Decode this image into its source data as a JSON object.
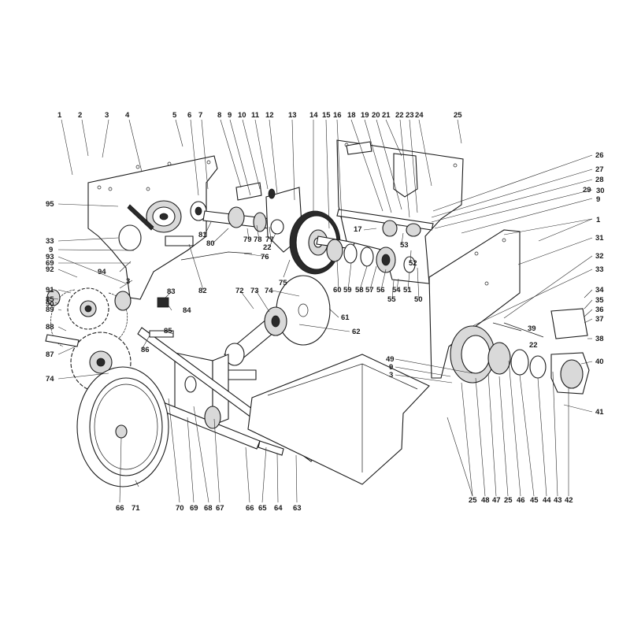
{
  "diagram": {
    "callouts": [
      {
        "id": "c1",
        "text": "1"
      },
      {
        "id": "c2",
        "text": "2"
      },
      {
        "id": "c3",
        "text": "3"
      },
      {
        "id": "c4",
        "text": "4"
      },
      {
        "id": "c5",
        "text": "5"
      },
      {
        "id": "c6",
        "text": "6"
      },
      {
        "id": "c7",
        "text": "7"
      },
      {
        "id": "c8",
        "text": "8"
      },
      {
        "id": "c9",
        "text": "9"
      },
      {
        "id": "c10",
        "text": "10"
      },
      {
        "id": "c11",
        "text": "11"
      },
      {
        "id": "c12",
        "text": "12"
      },
      {
        "id": "c13",
        "text": "13"
      },
      {
        "id": "c14",
        "text": "14"
      },
      {
        "id": "c15",
        "text": "15"
      },
      {
        "id": "c16",
        "text": "16"
      },
      {
        "id": "c18",
        "text": "18"
      },
      {
        "id": "c19",
        "text": "19"
      },
      {
        "id": "c20",
        "text": "20"
      },
      {
        "id": "c21",
        "text": "21"
      },
      {
        "id": "c22",
        "text": "22"
      },
      {
        "id": "c23",
        "text": "23"
      },
      {
        "id": "c24",
        "text": "24"
      },
      {
        "id": "c25",
        "text": "25"
      },
      {
        "id": "c26",
        "text": "26"
      },
      {
        "id": "c27",
        "text": "27"
      },
      {
        "id": "c28",
        "text": "28"
      },
      {
        "id": "c29",
        "text": "29"
      },
      {
        "id": "c30",
        "text": "30"
      },
      {
        "id": "c9b",
        "text": "9"
      },
      {
        "id": "c1b",
        "text": "1"
      },
      {
        "id": "c31",
        "text": "31"
      },
      {
        "id": "c32",
        "text": "32"
      },
      {
        "id": "c33b",
        "text": "33"
      },
      {
        "id": "c34",
        "text": "34"
      },
      {
        "id": "c35",
        "text": "35"
      },
      {
        "id": "c36",
        "text": "36"
      },
      {
        "id": "c37",
        "text": "37"
      },
      {
        "id": "c38",
        "text": "38"
      },
      {
        "id": "c39",
        "text": "39"
      },
      {
        "id": "c22b",
        "text": "22"
      },
      {
        "id": "c40",
        "text": "40"
      },
      {
        "id": "c41",
        "text": "41"
      },
      {
        "id": "c95",
        "text": "95"
      },
      {
        "id": "c33",
        "text": "33"
      },
      {
        "id": "c9c",
        "text": "9"
      },
      {
        "id": "c93",
        "text": "93"
      },
      {
        "id": "c69",
        "text": "69"
      },
      {
        "id": "c92",
        "text": "92"
      },
      {
        "id": "c3b",
        "text": "3"
      },
      {
        "id": "c94",
        "text": "94"
      },
      {
        "id": "c91",
        "text": "91"
      },
      {
        "id": "c85",
        "text": "85"
      },
      {
        "id": "c90",
        "text": "90"
      },
      {
        "id": "c89",
        "text": "89"
      },
      {
        "id": "c88",
        "text": "88"
      },
      {
        "id": "c87",
        "text": "87"
      },
      {
        "id": "c74",
        "text": "74"
      },
      {
        "id": "c81",
        "text": "81"
      },
      {
        "id": "c80",
        "text": "80"
      },
      {
        "id": "c79",
        "text": "79"
      },
      {
        "id": "c78",
        "text": "78"
      },
      {
        "id": "c77",
        "text": "77"
      },
      {
        "id": "c22c",
        "text": "22"
      },
      {
        "id": "c76",
        "text": "76"
      },
      {
        "id": "c75",
        "text": "75"
      },
      {
        "id": "c82",
        "text": "82"
      },
      {
        "id": "c17",
        "text": "17"
      },
      {
        "id": "c53",
        "text": "53"
      },
      {
        "id": "c52",
        "text": "52"
      },
      {
        "id": "c60",
        "text": "60"
      },
      {
        "id": "c59",
        "text": "59"
      },
      {
        "id": "c58",
        "text": "58"
      },
      {
        "id": "c57",
        "text": "57"
      },
      {
        "id": "c56",
        "text": "56"
      },
      {
        "id": "c54",
        "text": "54"
      },
      {
        "id": "c51",
        "text": "51"
      },
      {
        "id": "c55",
        "text": "55"
      },
      {
        "id": "c50",
        "text": "50"
      },
      {
        "id": "c83",
        "text": "83"
      },
      {
        "id": "c84",
        "text": "84"
      },
      {
        "id": "c72",
        "text": "72"
      },
      {
        "id": "c73",
        "text": "73"
      },
      {
        "id": "c74b",
        "text": "74"
      },
      {
        "id": "c61",
        "text": "61"
      },
      {
        "id": "c62",
        "text": "62"
      },
      {
        "id": "c85b",
        "text": "85"
      },
      {
        "id": "c86",
        "text": "86"
      },
      {
        "id": "c49",
        "text": "49"
      },
      {
        "id": "c9d",
        "text": "9"
      },
      {
        "id": "c3c",
        "text": "3"
      },
      {
        "id": "c66",
        "text": "66"
      },
      {
        "id": "c71",
        "text": "71"
      },
      {
        "id": "c70",
        "text": "70"
      },
      {
        "id": "c69b",
        "text": "69"
      },
      {
        "id": "c68",
        "text": "68"
      },
      {
        "id": "c67",
        "text": "67"
      },
      {
        "id": "c66b",
        "text": "66"
      },
      {
        "id": "c65",
        "text": "65"
      },
      {
        "id": "c64",
        "text": "64"
      },
      {
        "id": "c63",
        "text": "63"
      },
      {
        "id": "c25b",
        "text": "25"
      },
      {
        "id": "c48",
        "text": "48"
      },
      {
        "id": "c47",
        "text": "47"
      },
      {
        "id": "c25c",
        "text": "25"
      },
      {
        "id": "c46",
        "text": "46"
      },
      {
        "id": "c45",
        "text": "45"
      },
      {
        "id": "c44",
        "text": "44"
      },
      {
        "id": "c43",
        "text": "43"
      },
      {
        "id": "c42",
        "text": "42"
      }
    ]
  }
}
